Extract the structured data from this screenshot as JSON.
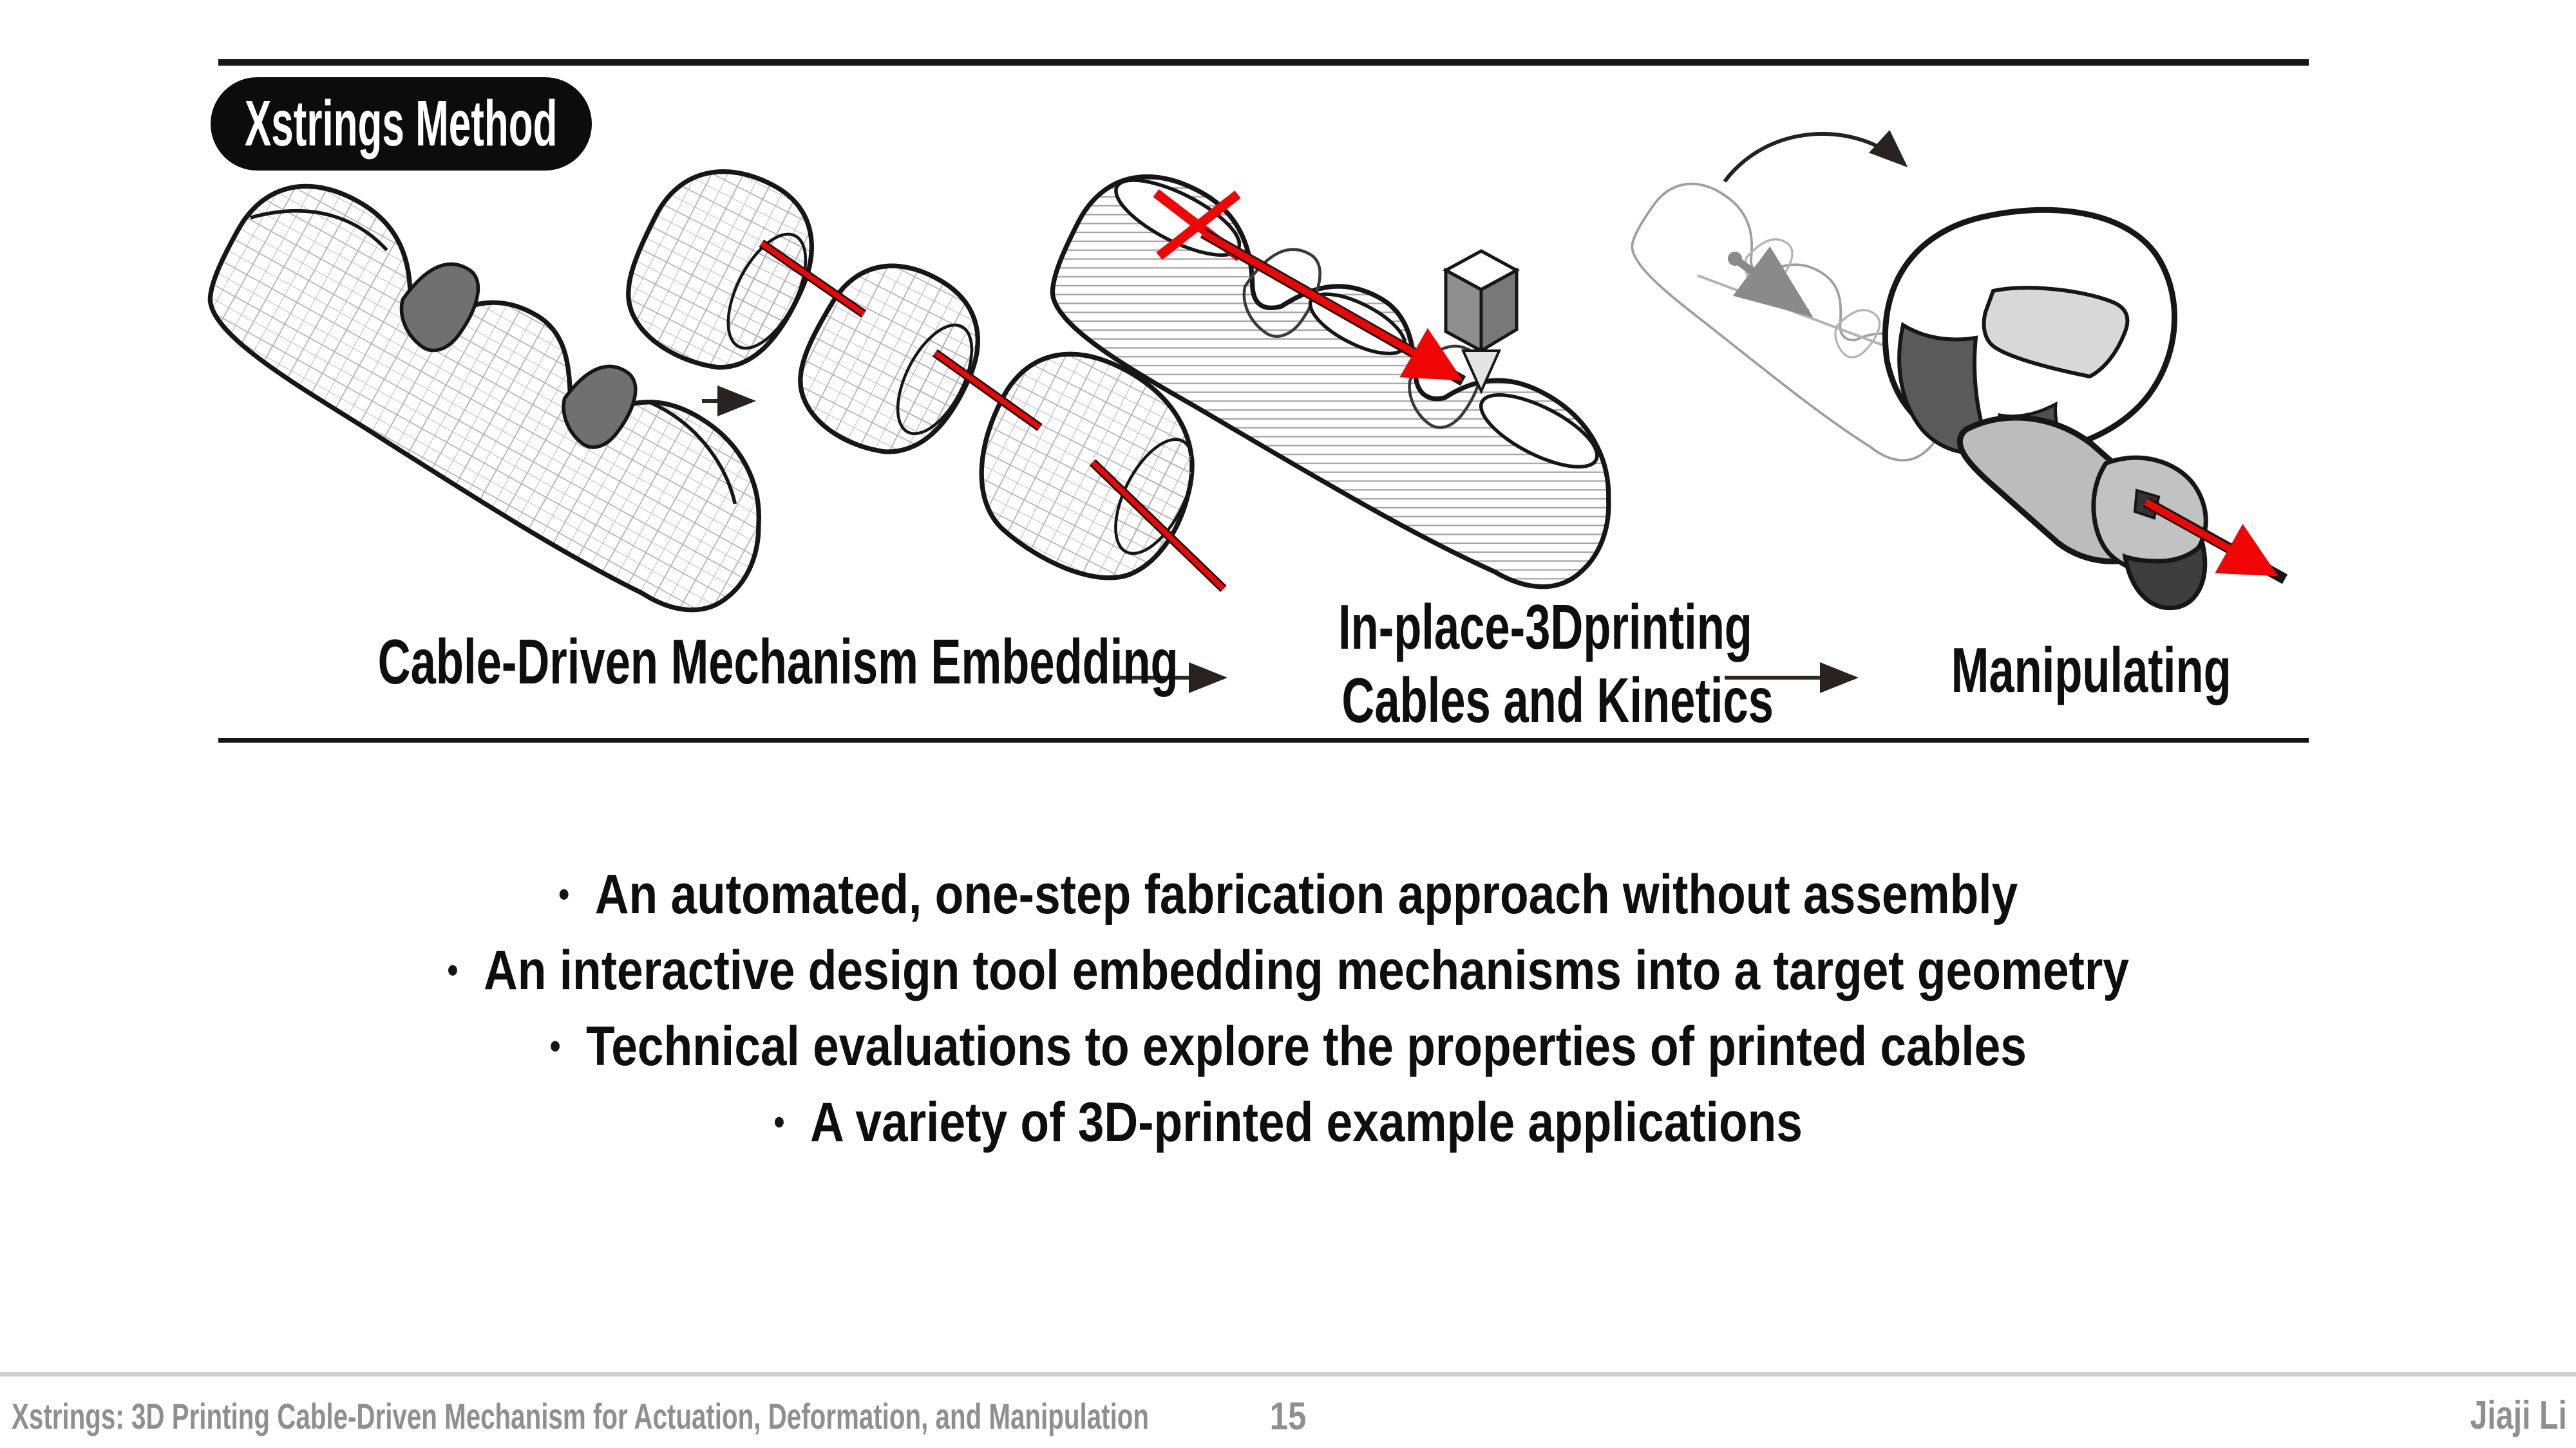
{
  "header": {
    "badge_label": "Xstrings Method"
  },
  "figure": {
    "step1_label": "Cable-Driven Mechanism Embedding",
    "step2_label_line1": "In-place-3Dprinting",
    "step2_label_line2": "Cables and Kinetics",
    "step3_label": "Manipulating"
  },
  "bullets": {
    "marker": "•",
    "items": [
      "An automated, one-step fabrication approach without assembly",
      "An interactive design tool embedding mechanisms into a target geometry",
      "Technical evaluations to explore the properties of printed cables",
      "A variety of 3D-printed example applications"
    ]
  },
  "footer": {
    "title": "Xstrings: 3D Printing Cable-Driven Mechanism for Actuation, Deformation, and Manipulation",
    "page_number": "15",
    "author": "Jiaji Li"
  },
  "colors": {
    "cable_red": "#f00505",
    "ink": "#161616",
    "joint_dark": "#707070",
    "mid_gray": "#bcbcbc",
    "tip_dark": "#3d3d3d",
    "ghost_gray": "#a0a0a0",
    "mesh_line": "#b4b4b4",
    "layer_line": "#a2a2a2",
    "footer_gray": "#8f8f8f",
    "rule_gray": "#cfcfcf"
  }
}
